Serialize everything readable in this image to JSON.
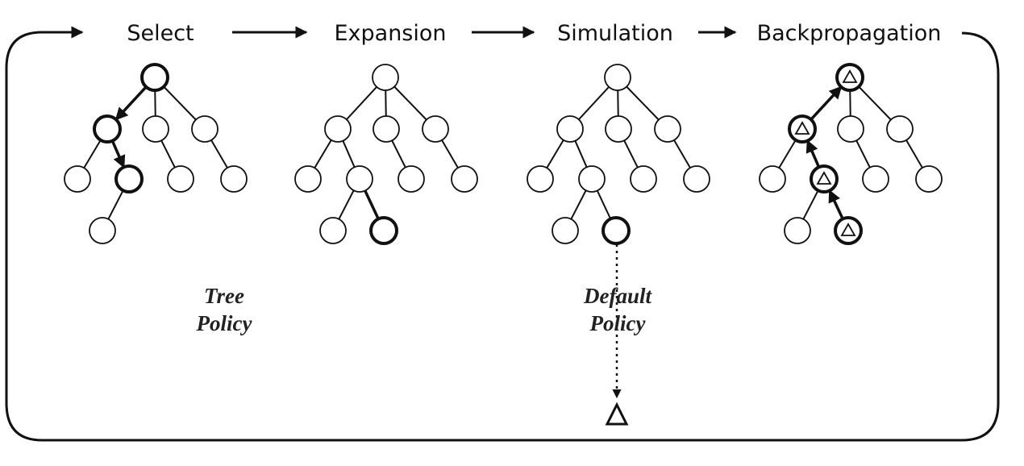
{
  "stages": [
    {
      "label": "Select"
    },
    {
      "label": "Expansion"
    },
    {
      "label": "Simulation"
    },
    {
      "label": "Backpropagation"
    }
  ],
  "annotations": {
    "tree_policy": [
      "Tree",
      "Policy"
    ],
    "default_policy": [
      "Default",
      "Policy"
    ]
  },
  "style": {
    "stroke": "#111111",
    "background": "#ffffff"
  }
}
